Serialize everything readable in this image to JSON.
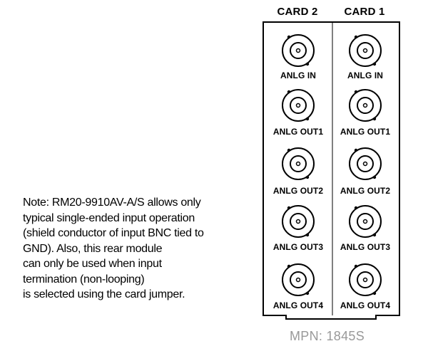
{
  "columns": [
    {
      "header": "CARD 2",
      "connectors": [
        "ANLG IN",
        "ANLG OUT1",
        "ANLG OUT2",
        "ANLG OUT3",
        "ANLG OUT4"
      ]
    },
    {
      "header": "CARD 1",
      "connectors": [
        "ANLG IN",
        "ANLG OUT1",
        "ANLG OUT2",
        "ANLG OUT3",
        "ANLG OUT4"
      ]
    }
  ],
  "note": {
    "lines": [
      "Note: RM20-9910AV-A/S allows only",
      "typical single-ended input operation",
      "(shield conductor of input BNC tied to",
      "GND). Also, this rear module",
      "can only be used when input",
      "termination (non-looping)",
      "is selected using the card jumper."
    ]
  },
  "mpn": "MPN: 1845S",
  "colors": {
    "line": "#000000",
    "mpn_text": "#999999",
    "background": "#ffffff"
  },
  "icons": {
    "connector": "bnc-connector-icon"
  }
}
